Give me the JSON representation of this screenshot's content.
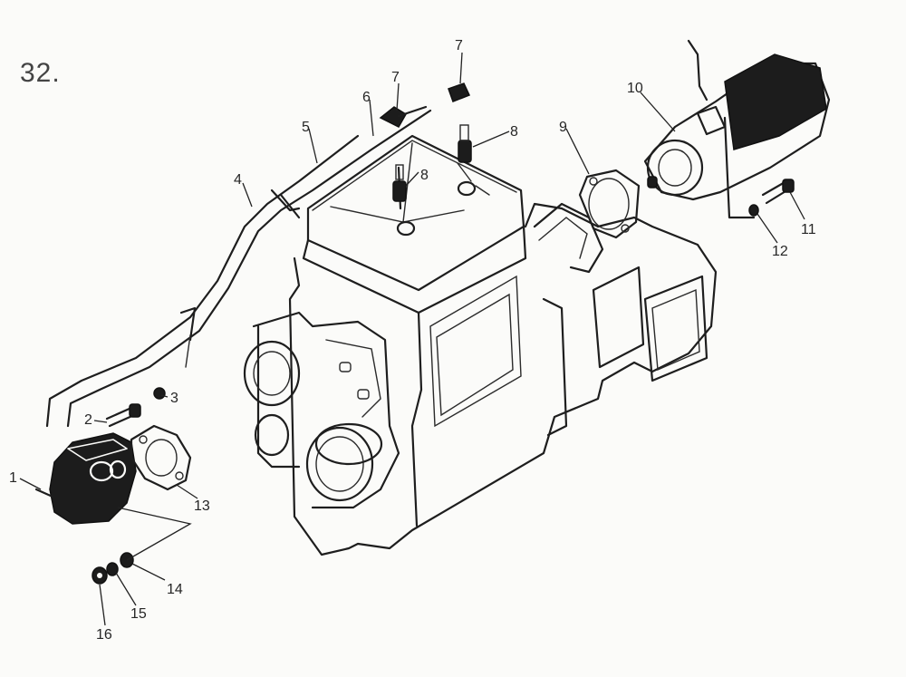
{
  "figure_number": "32.",
  "callouts": [
    {
      "id": "c1",
      "text": "1"
    },
    {
      "id": "c2",
      "text": "2"
    },
    {
      "id": "c3",
      "text": "3"
    },
    {
      "id": "c4",
      "text": "4"
    },
    {
      "id": "c5",
      "text": "5"
    },
    {
      "id": "c6",
      "text": "6"
    },
    {
      "id": "c7a",
      "text": "7"
    },
    {
      "id": "c7b",
      "text": "7"
    },
    {
      "id": "c8a",
      "text": "8"
    },
    {
      "id": "c8b",
      "text": "8"
    },
    {
      "id": "c9",
      "text": "9"
    },
    {
      "id": "c10",
      "text": "10"
    },
    {
      "id": "c11",
      "text": "11"
    },
    {
      "id": "c12",
      "text": "12"
    },
    {
      "id": "c13",
      "text": "13"
    },
    {
      "id": "c14",
      "text": "14"
    },
    {
      "id": "c15",
      "text": "15"
    },
    {
      "id": "c16",
      "text": "16"
    }
  ]
}
